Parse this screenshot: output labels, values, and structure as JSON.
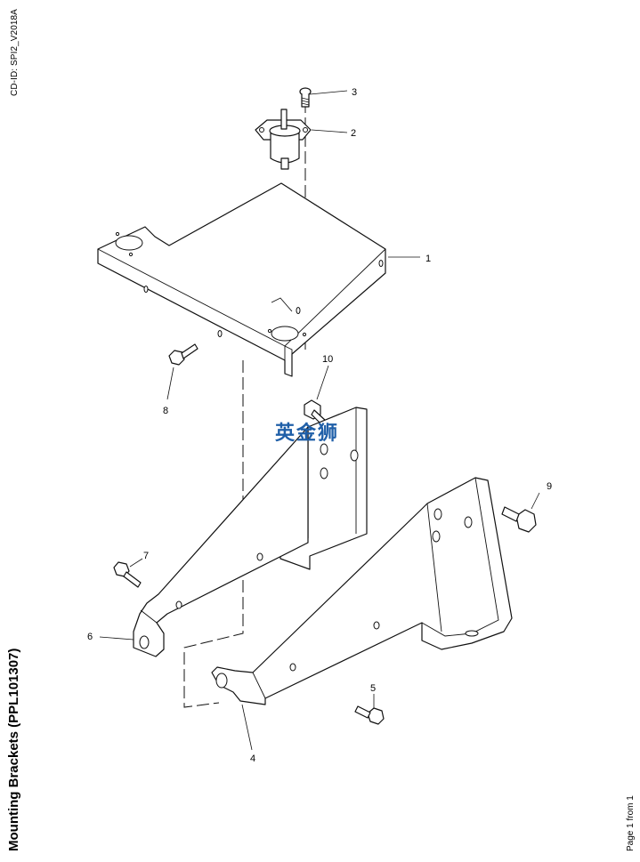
{
  "header": {
    "cd_id": "CD-ID: SPI2_V2018A"
  },
  "footer": {
    "title": "Mounting Brackets (PPL101307)",
    "page_info": "Page 1 from 1"
  },
  "watermark": {
    "text": "英金狮",
    "color": "#1f5fa8"
  },
  "callouts": {
    "c1": "1",
    "c2": "2",
    "c3": "3",
    "c4": "4",
    "c5": "5",
    "c6": "6",
    "c7": "7",
    "c8": "8",
    "c9": "9",
    "c10": "10"
  }
}
